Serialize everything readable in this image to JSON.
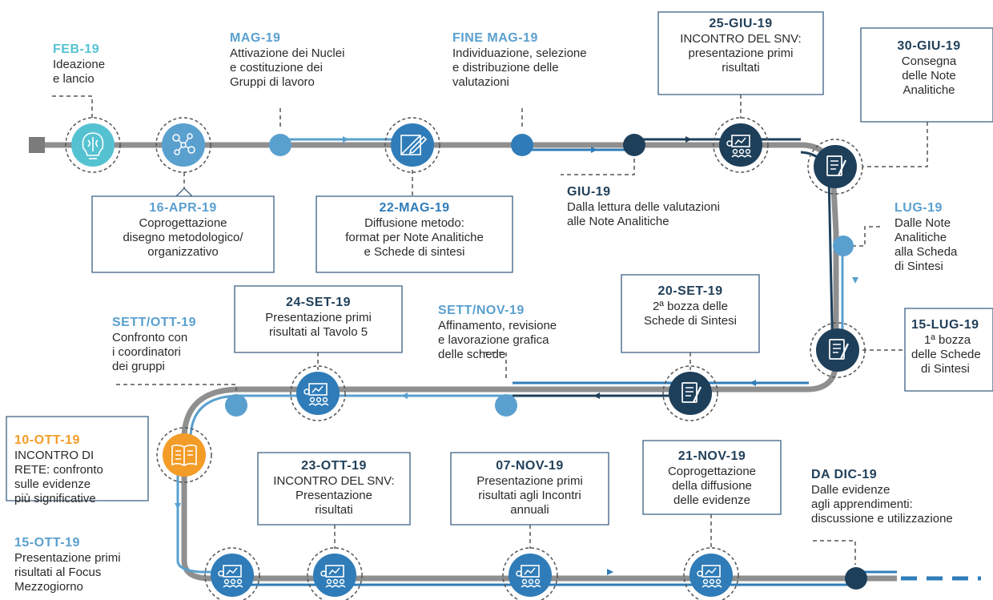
{
  "colors": {
    "track": "#8f8f8f",
    "light_blue": "#5aa0cf",
    "mid_blue": "#2f7cb8",
    "dark_navy": "#1e3f5a",
    "teal": "#55c2d1",
    "orange": "#f39c27",
    "box_border": "#3a5f82"
  },
  "milestones": {
    "feb19": {
      "date": "FEB-19",
      "text1": "Ideazione",
      "text2": "e lancio"
    },
    "mag19": {
      "date": "MAG-19",
      "text1": "Attivazione dei Nuclei",
      "text2": "e costituzione dei",
      "text3": "Gruppi di lavoro"
    },
    "finemag19": {
      "date": "FINE MAG-19",
      "text1": "Individuazione, selezione",
      "text2": "e distribuzione delle",
      "text3": "valutazioni"
    },
    "giu25": {
      "date": "25-GIU-19",
      "text1": "INCONTRO DEL SNV:",
      "text2": "presentazione primi",
      "text3": "risultati"
    },
    "giu30": {
      "date": "30-GIU-19",
      "text1": "Consegna",
      "text2": "delle Note",
      "text3": "Analitiche"
    },
    "apr16": {
      "date": "16-APR-19",
      "text1": "Coprogettazione",
      "text2": "disegno metodologico/",
      "text3": "organizzativo"
    },
    "mag22": {
      "date": "22-MAG-19",
      "text1": "Diffusione metodo:",
      "text2": "format per Note Analitiche",
      "text3": "e Schede di sintesi"
    },
    "giu19": {
      "date": "GIU-19",
      "text1": "Dalla lettura delle valutazioni",
      "text2": "alle Note Analitiche"
    },
    "lug19": {
      "date": "LUG-19",
      "text1": "Dalle Note",
      "text2": "Analitiche",
      "text3": "alla Scheda",
      "text4": "di Sintesi"
    },
    "lug15": {
      "date": "15-LUG-19",
      "text1": "1ª bozza",
      "text2": "delle Schede",
      "text3": "di Sintesi"
    },
    "set20": {
      "date": "20-SET-19",
      "text1": "2ª bozza delle",
      "text2": "Schede di Sintesi"
    },
    "settnov": {
      "date": "SETT/NOV-19",
      "text1": "Affinamento, revisione",
      "text2": "e lavorazione grafica",
      "text3": "delle schede"
    },
    "set24": {
      "date": "24-SET-19",
      "text1": "Presentazione primi",
      "text2": "risultati al Tavolo 5"
    },
    "settott": {
      "date": "SETT/OTT-19",
      "text1": "Confronto con",
      "text2": "i coordinatori",
      "text3": "dei gruppi"
    },
    "ott10": {
      "date": "10-OTT-19",
      "text1": "INCONTRO DI",
      "text2": "RETE: confronto",
      "text3": "sulle evidenze",
      "text4": "più significative"
    },
    "ott23": {
      "date": "23-OTT-19",
      "text1": "INCONTRO DEL SNV:",
      "text2": "Presentazione",
      "text3": "risultati"
    },
    "nov07": {
      "date": "07-NOV-19",
      "text1": "Presentazione primi",
      "text2": "risultati agli Incontri",
      "text3": "annuali"
    },
    "nov21": {
      "date": "21-NOV-19",
      "text1": "Coprogettazione",
      "text2": "della diffusione",
      "text3": "delle evidenze"
    },
    "dic19": {
      "date": "DA DIC-19",
      "text1": "Dalle evidenze",
      "text2": "agli apprendimenti:",
      "text3": "discussione e utilizzazione"
    },
    "ott15": {
      "date": "15-OTT-19",
      "text1": "Presentazione primi",
      "text2": "risultati al Focus",
      "text3": "Mezzogiorno"
    }
  },
  "icons": [
    "brain-bulb-icon",
    "network-icon",
    "pencil-ruler-icon",
    "presentation-icon",
    "document-pen-icon",
    "book-icon"
  ]
}
